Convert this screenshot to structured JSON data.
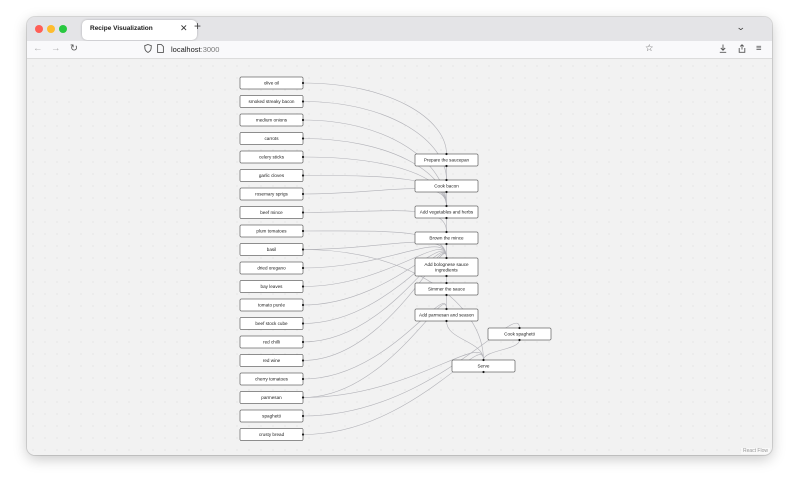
{
  "browser": {
    "tab_title": "Recipe Visualization",
    "url_host": "localhost",
    "url_port": ":3000"
  },
  "flow": {
    "attribution": "React Flow",
    "ingredients": [
      "olive oil",
      "smoked streaky bacon",
      "medium onions",
      "carrots",
      "celery sticks",
      "garlic cloves",
      "rosemary sprigs",
      "beef mince",
      "plum tomatoes",
      "basil",
      "dried oregano",
      "bay leaves",
      "tomato purée",
      "beef stock cube",
      "red chilli",
      "red wine",
      "cherry tomatoes",
      "parmesan",
      "spaghetti",
      "crusty bread"
    ],
    "steps": [
      {
        "lines": [
          "Prepare the saucepan"
        ]
      },
      {
        "lines": [
          "Cook bacon"
        ]
      },
      {
        "lines": [
          "Add vegetables and herbs"
        ]
      },
      {
        "lines": [
          "Brown the mince"
        ]
      },
      {
        "lines": [
          "Add bolognese sauce",
          "ingredients"
        ]
      },
      {
        "lines": [
          "Simmer the sauce"
        ]
      },
      {
        "lines": [
          "Add parmesan and season"
        ]
      },
      {
        "lines": [
          "Cook spaghetti"
        ]
      },
      {
        "lines": [
          "Serve"
        ]
      }
    ],
    "edges": [
      {
        "from": "ingredient-0",
        "to": "step-0"
      },
      {
        "from": "ingredient-1",
        "to": "step-1"
      },
      {
        "from": "ingredient-2",
        "to": "step-2"
      },
      {
        "from": "ingredient-3",
        "to": "step-2"
      },
      {
        "from": "ingredient-4",
        "to": "step-2"
      },
      {
        "from": "ingredient-5",
        "to": "step-2"
      },
      {
        "from": "ingredient-6",
        "to": "step-2"
      },
      {
        "from": "ingredient-7",
        "to": "step-3"
      },
      {
        "from": "ingredient-8",
        "to": "step-4"
      },
      {
        "from": "ingredient-9",
        "to": "step-4"
      },
      {
        "from": "ingredient-9",
        "to": "step-8"
      },
      {
        "from": "ingredient-10",
        "to": "step-4"
      },
      {
        "from": "ingredient-11",
        "to": "step-4"
      },
      {
        "from": "ingredient-12",
        "to": "step-4"
      },
      {
        "from": "ingredient-13",
        "to": "step-4"
      },
      {
        "from": "ingredient-14",
        "to": "step-4"
      },
      {
        "from": "ingredient-15",
        "to": "step-4"
      },
      {
        "from": "ingredient-16",
        "to": "step-6"
      },
      {
        "from": "ingredient-17",
        "to": "step-6"
      },
      {
        "from": "ingredient-17",
        "to": "step-8"
      },
      {
        "from": "ingredient-18",
        "to": "step-7"
      },
      {
        "from": "ingredient-19",
        "to": "step-8"
      },
      {
        "from": "step-0",
        "to": "step-1"
      },
      {
        "from": "step-1",
        "to": "step-2"
      },
      {
        "from": "step-2",
        "to": "step-3"
      },
      {
        "from": "step-3",
        "to": "step-4"
      },
      {
        "from": "step-4",
        "to": "step-5"
      },
      {
        "from": "step-5",
        "to": "step-6"
      },
      {
        "from": "step-6",
        "to": "step-8"
      },
      {
        "from": "step-7",
        "to": "step-8"
      }
    ]
  }
}
